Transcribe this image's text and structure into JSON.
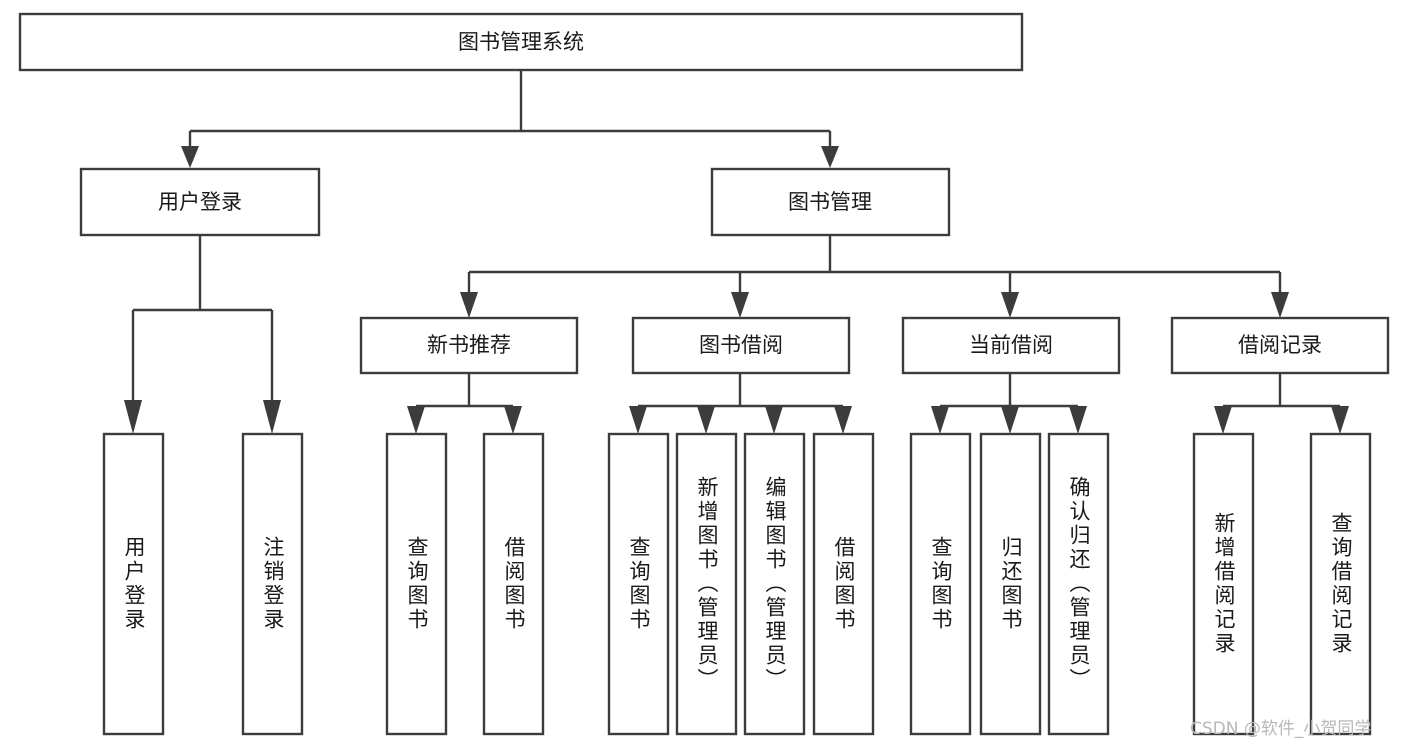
{
  "diagram": {
    "title": "图书管理系统",
    "type": "tree-hierarchy",
    "root": {
      "label": "图书管理系统"
    },
    "level1": [
      {
        "label": "用户登录"
      },
      {
        "label": "图书管理"
      }
    ],
    "level2": [
      {
        "label": "新书推荐",
        "parent": "图书管理"
      },
      {
        "label": "图书借阅",
        "parent": "图书管理"
      },
      {
        "label": "当前借阅",
        "parent": "图书管理"
      },
      {
        "label": "借阅记录",
        "parent": "图书管理"
      }
    ],
    "leaves": {
      "user_login": [
        {
          "label": "用户登录"
        },
        {
          "label": "注销登录"
        }
      ],
      "new_book_recommend": [
        {
          "label": "查询图书"
        },
        {
          "label": "借阅图书"
        }
      ],
      "book_borrow": [
        {
          "label": "查询图书"
        },
        {
          "label": "新增图书（管理员）"
        },
        {
          "label": "编辑图书（管理员）"
        },
        {
          "label": "借阅图书"
        }
      ],
      "current_borrow": [
        {
          "label": "查询图书"
        },
        {
          "label": "归还图书"
        },
        {
          "label": "确认归还（管理员）"
        }
      ],
      "borrow_record": [
        {
          "label": "新增借阅记录"
        },
        {
          "label": "查询借阅记录"
        }
      ]
    }
  },
  "watermark": {
    "text": "CSDN @软件_小贺同学"
  },
  "colors": {
    "stroke": "#3c3c3c",
    "fill": "#ffffff",
    "text": "#1a1a1a",
    "watermark": "#b8b8b8"
  }
}
